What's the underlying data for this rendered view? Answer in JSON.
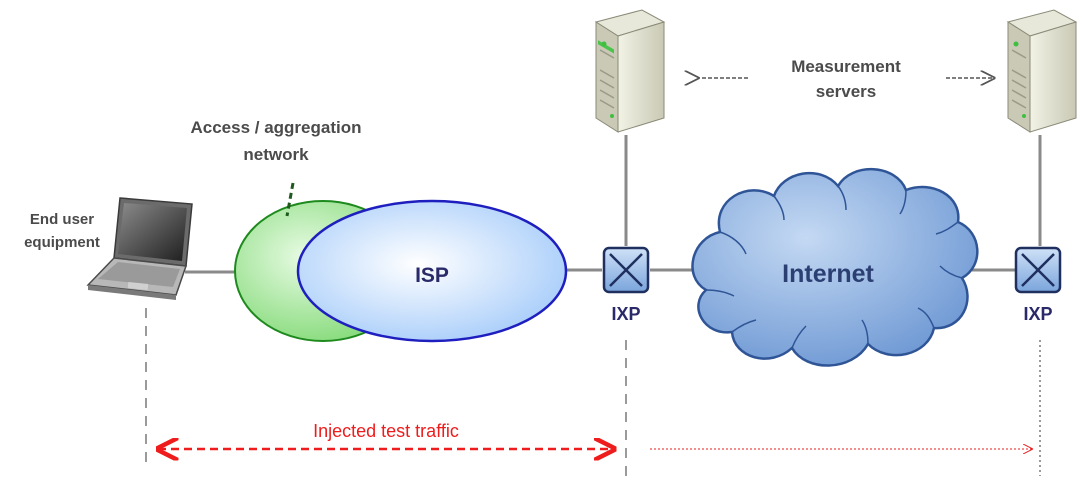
{
  "labels": {
    "access_network": [
      "Access  / aggregation",
      "network"
    ],
    "end_user": [
      "End user",
      "equipment"
    ],
    "isp": "ISP",
    "internet": "Internet",
    "ixp_left": "IXP",
    "ixp_right": "IXP",
    "measurement_servers": [
      "Measurement",
      "servers"
    ],
    "injected_traffic": "Injected test traffic"
  },
  "colors": {
    "line": "#8a8a8a",
    "isp_fill": "#c9e2ff",
    "isp_stroke": "#1f1fbf",
    "access_fill": "#a8e6a0",
    "access_stroke": "#1e8a1e",
    "cloud_fill": "#8db3e2",
    "cloud_stroke": "#2f5597",
    "ixp_fill": "#8fb5e6",
    "traffic": "#ee1c1c"
  },
  "icons": [
    "laptop-icon",
    "server-icon",
    "ixp-switch-icon",
    "cloud-icon"
  ]
}
